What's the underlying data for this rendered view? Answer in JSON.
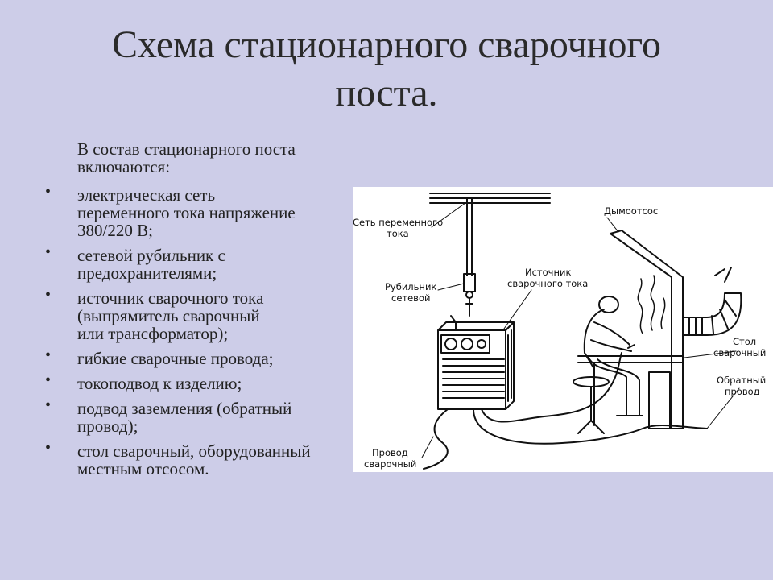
{
  "title_line1": "Схема стационарного сварочного",
  "title_line2": "поста.",
  "intro_line1": "В состав стационарного поста",
  "intro_line2": "включаются:",
  "items": [
    [
      "электрическая сеть",
      "переменного тока напряжение",
      "380/220 В;"
    ],
    [
      "сетевой рубильник с",
      "предохранителями;"
    ],
    [
      "источник сварочного тока",
      "(выпрямитель сварочный",
      "или трансформатор);"
    ],
    [
      "гибкие сварочные провода;"
    ],
    [
      "токоподвод к изделию;"
    ],
    [
      "подвод заземления (обратный",
      "провод);"
    ],
    [
      "стол сварочный, оборудованный",
      "местным отсосом."
    ]
  ],
  "bullet_char": "•",
  "figure": {
    "labels": {
      "network_1": "Сеть переменного",
      "network_2": "тока",
      "switch_1": "Рубильник",
      "switch_2": "сетевой",
      "source_1": "Источник",
      "source_2": "сварочного тока",
      "exhaust": "Дымоотсос",
      "table_1": "Стол",
      "table_2": "сварочный",
      "return_1": "Обратный",
      "return_2": "провод",
      "wire_1": "Провод",
      "wire_2": "сварочный"
    }
  }
}
